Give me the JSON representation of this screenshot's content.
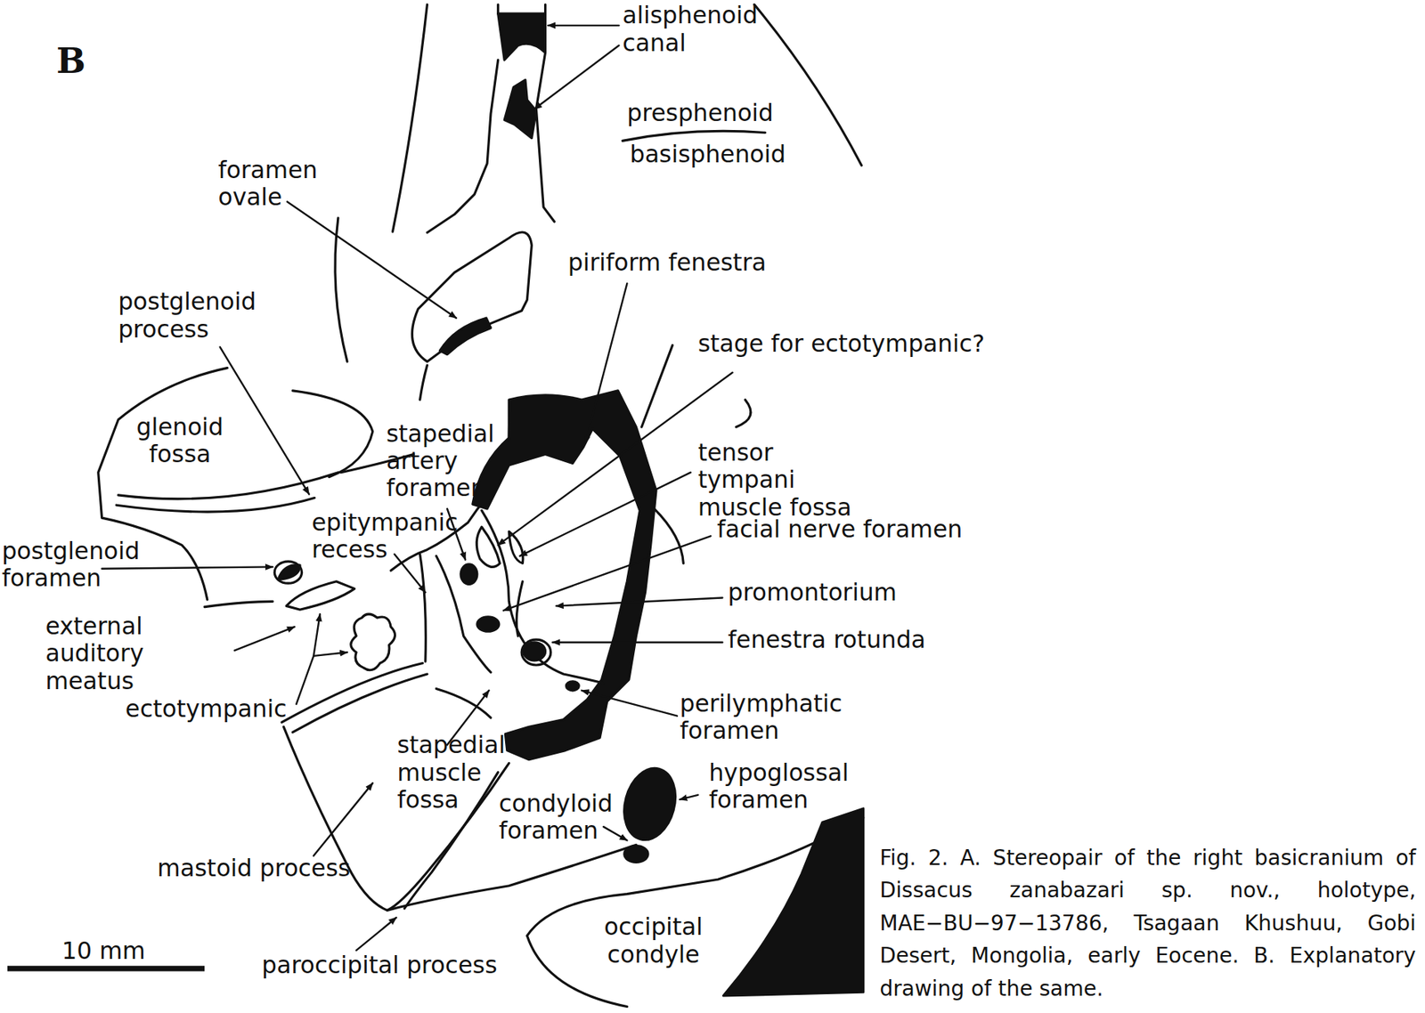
{
  "diagram": {
    "caption": "Fig. 2. A. Stereopair of the right basicranium of Dissacus zanabazari sp. nov., holotype, MAE−BU−97−13786, Tsagaan Khushuu, Gobi Desert, Mongolia, early Eocene. B. Explanatory drawing of the same.",
    "labels": [
      "B",
      "alisphenoid canal",
      "presphenoid",
      "basisphenoid",
      "foramen ovale",
      "postglenoid process",
      "piriform fenestra",
      "stage for ectotympanic?",
      "glenoid fossa",
      "stapedial artery foramen",
      "tensor tympani muscle fossa",
      "epitympanic recess",
      "facial nerve foramen",
      "postglenoid foramen",
      "promontorium",
      "external auditory meatus",
      "fenestra rotunda",
      "ectotympanic",
      "perilymphatic foramen",
      "stapedial muscle fossa",
      "hypoglossal foramen",
      "condyloid foramen",
      "mastoid process",
      "occipital condyle",
      "10 mm",
      "paroccipital process"
    ]
  }
}
